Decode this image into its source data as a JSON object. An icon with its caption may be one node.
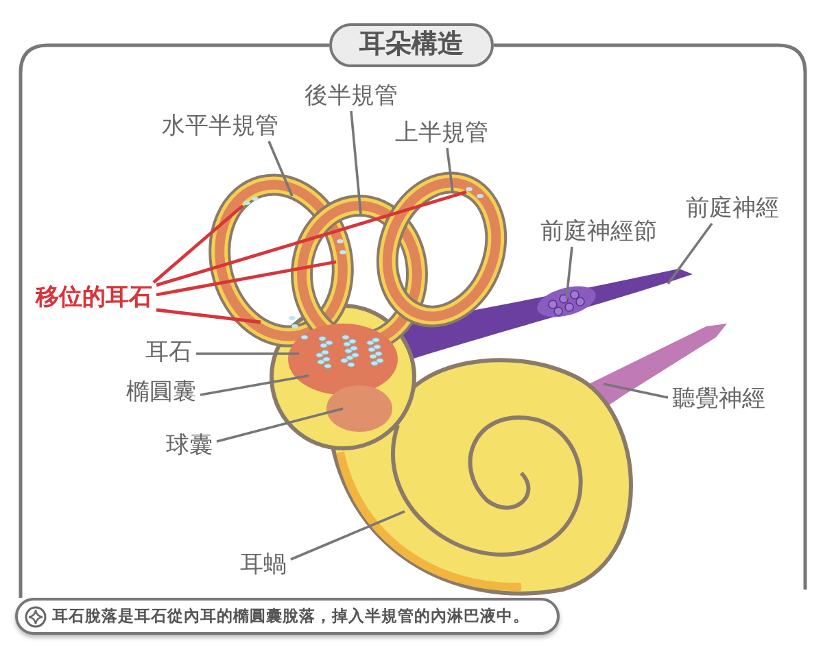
{
  "diagram": {
    "title": "耳朵構造",
    "caption": "耳石脫落是耳石從內耳的橢圓囊脫落，掉入半規管的內淋巴液中。",
    "nodes": [
      {
        "text": [
          "水平半規管"
        ]
      },
      {
        "text": [
          "後半規管"
        ]
      },
      {
        "text": [
          "上半規管"
        ]
      },
      {
        "text": [
          "前庭神經節"
        ]
      },
      {
        "text": [
          "前庭神經"
        ]
      },
      {
        "text": [
          "移位的耳石"
        ]
      },
      {
        "text": [
          "耳石"
        ]
      },
      {
        "text": [
          "橢圓囊"
        ]
      },
      {
        "text": [
          "球囊"
        ]
      },
      {
        "text": [
          "聽覺神經"
        ]
      },
      {
        "text": [
          "耳蝸"
        ]
      }
    ],
    "edges": [
      {
        "from": 0,
        "to": null,
        "arrow": "none"
      },
      {
        "from": 1,
        "to": null,
        "arrow": "none"
      },
      {
        "from": 2,
        "to": null,
        "arrow": "none"
      },
      {
        "from": 3,
        "to": null,
        "arrow": "none"
      },
      {
        "from": 4,
        "to": null,
        "arrow": "none"
      },
      {
        "from": 5,
        "to": null,
        "arrow": "none",
        "color": "#d9343a"
      },
      {
        "from": 5,
        "to": null,
        "arrow": "none",
        "color": "#d9343a"
      },
      {
        "from": 5,
        "to": null,
        "arrow": "none",
        "color": "#d9343a"
      },
      {
        "from": 5,
        "to": null,
        "arrow": "none",
        "color": "#d9343a"
      },
      {
        "from": 6,
        "to": null,
        "arrow": "none"
      },
      {
        "from": 7,
        "to": null,
        "arrow": "none"
      },
      {
        "from": 8,
        "to": null,
        "arrow": "none"
      },
      {
        "from": 9,
        "to": null,
        "arrow": "none"
      },
      {
        "from": 10,
        "to": null,
        "arrow": "none"
      }
    ]
  }
}
